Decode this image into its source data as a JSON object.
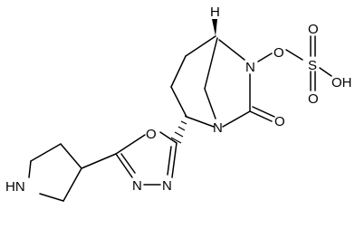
{
  "molecule": {
    "atoms": {
      "h_bridgehead": "H",
      "n_sulfate": "N",
      "o_link": "O",
      "s": "S",
      "o_s_top": "O",
      "o_s_bottom": "O",
      "oh": "OH",
      "o_carbonyl": "O",
      "n_urea": "N",
      "o_ring": "O",
      "n_ring_1": "N",
      "n_ring_2": "N",
      "hn_pyrrolidine": "HN"
    }
  }
}
